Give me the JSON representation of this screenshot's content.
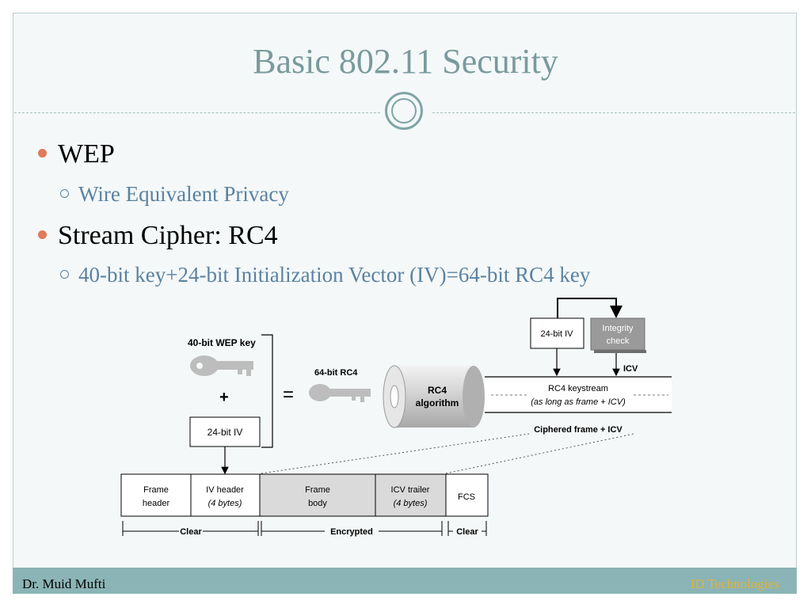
{
  "slide": {
    "title": "Basic 802.11 Security",
    "bullets": [
      {
        "text": "WEP",
        "sub": [
          "Wire Equivalent Privacy"
        ]
      },
      {
        "text": "Stream Cipher: RC4",
        "sub": [
          "40-bit key+24-bit Initialization Vector (IV)=64-bit RC4 key"
        ]
      }
    ]
  },
  "diagram": {
    "key_label": "40-bit WEP key",
    "plus": "+",
    "iv_label": "24-bit IV",
    "equals": "=",
    "rc4_key_label": "64-bit RC4",
    "rc4_algo_line1": "RC4",
    "rc4_algo_line2": "algorithm",
    "iv_box_top": "24-bit IV",
    "integrity_line1": "Integrity",
    "integrity_line2": "check",
    "icv_label": "ICV",
    "keystream_line1": "RC4 keystream",
    "keystream_line2": "(as long as frame + ICV)",
    "ciphered_label": "Ciphered frame + ICV",
    "frame_cells": [
      {
        "line1": "Frame",
        "line2": "header"
      },
      {
        "line1": "IV header",
        "line2": "(4 bytes)"
      },
      {
        "line1": "Frame",
        "line2": "body"
      },
      {
        "line1": "ICV trailer",
        "line2": "(4 bytes)"
      },
      {
        "line1": "FCS",
        "line2": ""
      }
    ],
    "brackets": [
      "Clear",
      "Encrypted",
      "Clear"
    ]
  },
  "footer": {
    "author": "Dr. Muid Mufti",
    "org": "ID Technologies"
  },
  "colors": {
    "title": "#7a9a9c",
    "accent_bullet": "#e07a5a",
    "sub_text": "#5b82a0",
    "footer_bg": "#8bb4b6",
    "footer_org": "#e2b236"
  }
}
